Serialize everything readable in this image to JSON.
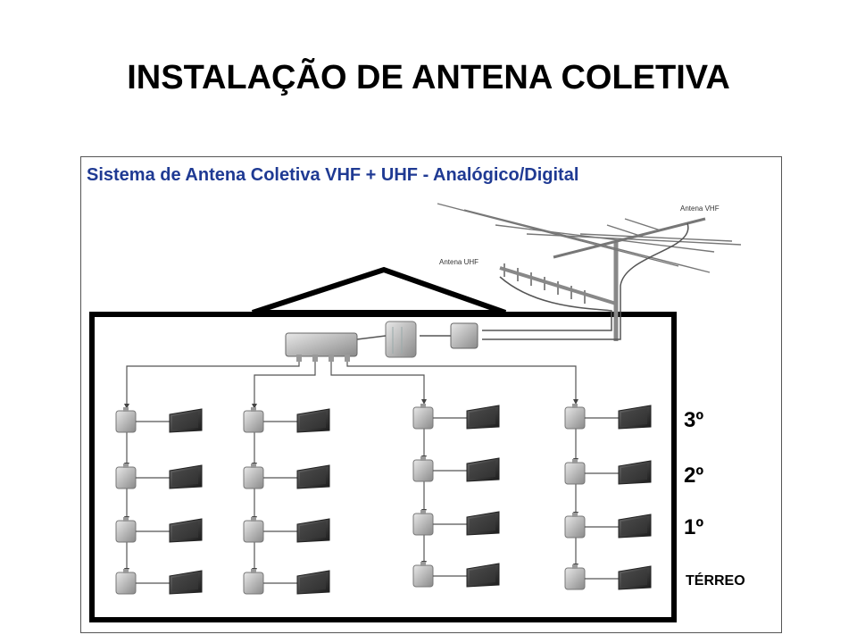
{
  "page": {
    "title": "INSTALAÇÃO DE ANTENA COLETIVA"
  },
  "diagram": {
    "heading": "Sistema de Antena Coletiva VHF + UHF - Analógico/Digital",
    "antenna_vhf_label": "Antena VHF",
    "antenna_uhf_label": "Antena UHF",
    "floors": [
      "3º",
      "2º",
      "1º",
      "TÉRREO"
    ],
    "colors": {
      "heading": "#1f3a93",
      "building": "#000000",
      "cable": "#555555",
      "device": "#b8b8b8",
      "tv": "#2a2a2a"
    }
  }
}
